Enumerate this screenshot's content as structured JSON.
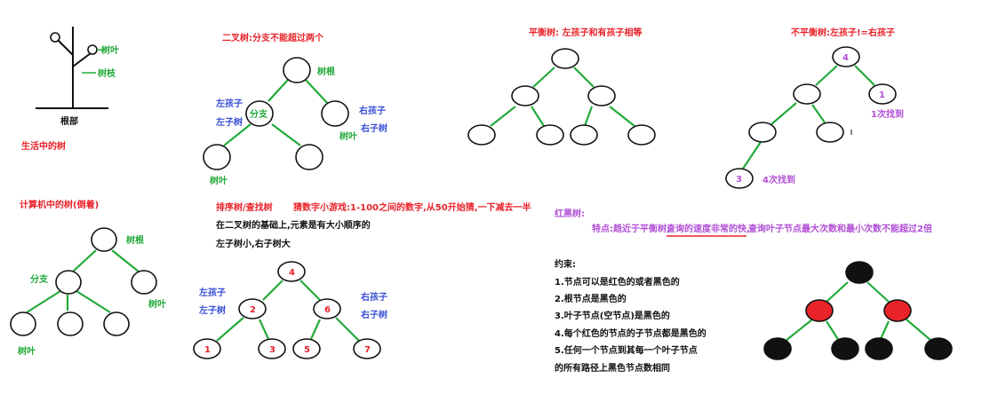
{
  "colors": {
    "red": "#e8232a",
    "green": "#22aa3a",
    "blue": "#3a4fd6",
    "purple": "#b24fd6",
    "black": "#111111"
  },
  "real_tree": {
    "leaf": "树叶",
    "branch": "树枝",
    "root": "根部",
    "caption": "生活中的树"
  },
  "computer_tree": {
    "caption": "计算机中的树(倒着)",
    "root_label": "树根",
    "branch_label": "分支",
    "leaf_label_right": "树叶",
    "leaf_label_bottom": "树叶"
  },
  "binary_tree": {
    "title": "二叉树:分支不能超过两个",
    "root_label": "树根",
    "node_text": "分支",
    "left_child": "左孩子",
    "left_subtree": "左子树",
    "right_child": "右孩子",
    "right_subtree": "右子树",
    "leaf_label": "树叶",
    "leaf_label_2": "树叶"
  },
  "search_tree": {
    "title": "排序树/查找树",
    "game": "猜数字小游戏:1-100之间的数字,从50开始猜,一下减去一半",
    "line1": "在二叉树的基础上,元素是有大小顺序的",
    "line2": "左子树小,右子树大",
    "left_child": "左孩子",
    "left_subtree": "左子树",
    "right_child": "右孩子",
    "right_subtree": "右子树",
    "nodes": [
      "4",
      "2",
      "6",
      "1",
      "3",
      "5",
      "7"
    ]
  },
  "balanced_tree": {
    "title": "平衡树: 左孩子和有孩子相等"
  },
  "unbalanced_tree": {
    "title": "不平衡树:左孩子!=右孩子",
    "root_value": "4",
    "right_value": "1",
    "deep_value": "3",
    "right_note": "1次找到",
    "deep_note": "4次找到"
  },
  "red_black": {
    "title": "红黑树:",
    "feature_prefix": "特点:趋近于平衡树,",
    "feature_highlight": "查询的速度非常的快,",
    "feature_suffix": "查询叶子节点最大次数和最小次数不能超过2倍",
    "constraint_title": "约束:",
    "rules": [
      "1.节点可以是红色的或者黑色的",
      "2.根节点是黑色的",
      "3.叶子节点(空节点)是黑色的",
      "4.每个红色的节点的子节点都是黑色的",
      "5.任何一个节点到其每一个叶子节点",
      "的所有路径上黑色节点数相同"
    ]
  }
}
